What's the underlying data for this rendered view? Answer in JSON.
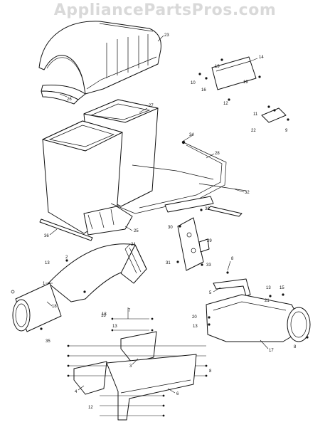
{
  "watermark": "AppliancePartsPros.com",
  "callouts": {
    "p1": "1",
    "p2": "2",
    "p3": "3",
    "p4": "4",
    "p5": "5",
    "p6": "6",
    "p7": "7",
    "p8a": "8",
    "p8b": "8",
    "p8c": "8",
    "p9": "9",
    "p10": "10",
    "p11": "11",
    "p12a": "12",
    "p12b": "12",
    "p13a": "13",
    "p13b": "13",
    "p13c": "13",
    "p13d": "13",
    "p13e": "13",
    "p13f": "13",
    "p14": "14",
    "p15": "15",
    "p16": "16",
    "p17": "17",
    "p18": "18",
    "p19a": "19",
    "p19b": "19",
    "p20": "20",
    "p21": "21",
    "p22": "22",
    "p23": "23",
    "p24": "24",
    "p25": "25",
    "p26": "26",
    "p27": "27",
    "p28": "28",
    "p29": "29",
    "p30": "30",
    "p31": "31",
    "p32": "32",
    "p33a": "33",
    "p33b": "33",
    "p34": "34",
    "p35": "35",
    "p36": "36"
  }
}
